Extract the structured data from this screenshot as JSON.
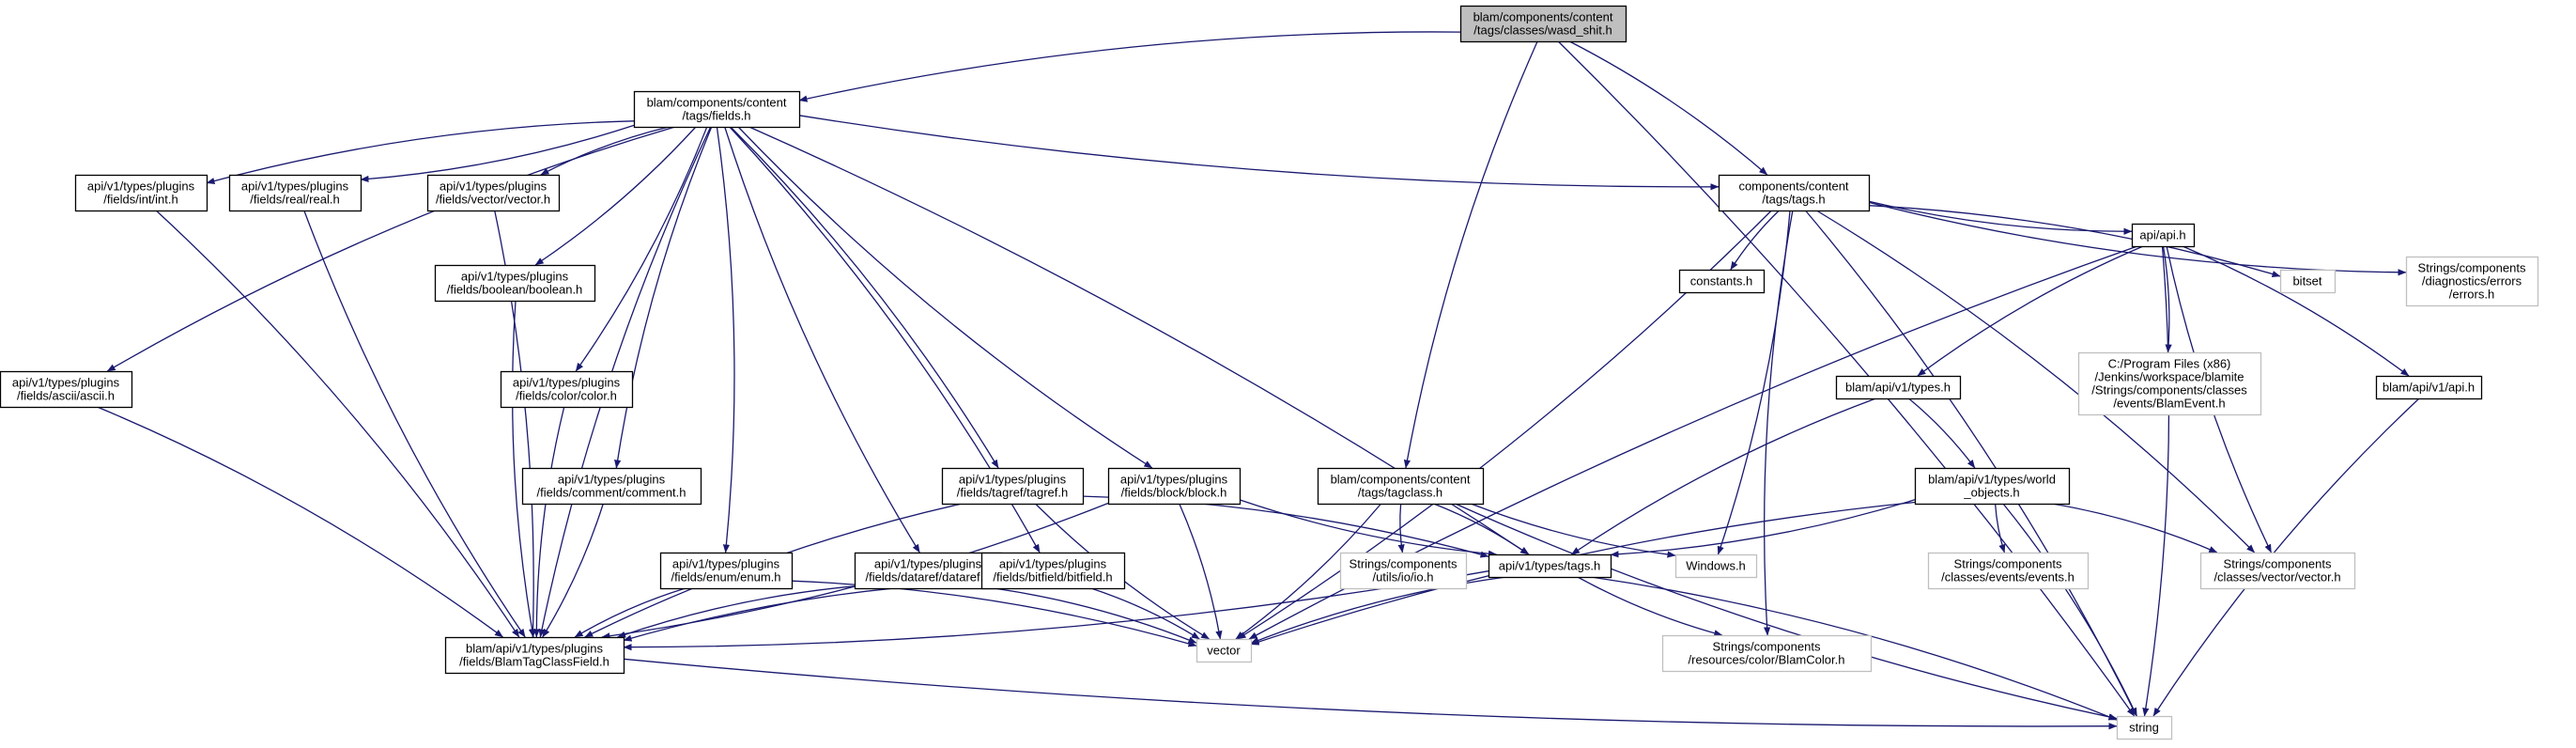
{
  "colors": {
    "edge": "#191970",
    "node_border": "#000000",
    "external_border": "#bfbfbf",
    "focus_fill": "#bfbfbf",
    "node_fill": "#ffffff",
    "text": "#000000",
    "external_text": "#555555"
  },
  "nodes": [
    {
      "id": "wasd_shit",
      "label": "blam/components/content\n/tags/classes/wasd_shit.h",
      "kind": "focus"
    },
    {
      "id": "fields",
      "label": "blam/components/content\n/tags/fields.h",
      "kind": "file"
    },
    {
      "id": "tags_h",
      "label": "components/content\n/tags/tags.h",
      "kind": "file"
    },
    {
      "id": "int",
      "label": "api/v1/types/plugins\n/fields/int/int.h",
      "kind": "file"
    },
    {
      "id": "real",
      "label": "api/v1/types/plugins\n/fields/real/real.h",
      "kind": "file"
    },
    {
      "id": "vector_h",
      "label": "api/v1/types/plugins\n/fields/vector/vector.h",
      "kind": "file"
    },
    {
      "id": "boolean",
      "label": "api/v1/types/plugins\n/fields/boolean/boolean.h",
      "kind": "file"
    },
    {
      "id": "ascii",
      "label": "api/v1/types/plugins\n/fields/ascii/ascii.h",
      "kind": "file"
    },
    {
      "id": "color",
      "label": "api/v1/types/plugins\n/fields/color/color.h",
      "kind": "file"
    },
    {
      "id": "comment",
      "label": "api/v1/types/plugins\n/fields/comment/comment.h",
      "kind": "file"
    },
    {
      "id": "tagref",
      "label": "api/v1/types/plugins\n/fields/tagref/tagref.h",
      "kind": "file"
    },
    {
      "id": "block",
      "label": "api/v1/types/plugins\n/fields/block/block.h",
      "kind": "file"
    },
    {
      "id": "enum",
      "label": "api/v1/types/plugins\n/fields/enum/enum.h",
      "kind": "file"
    },
    {
      "id": "dataref",
      "label": "api/v1/types/plugins\n/fields/dataref/dataref.h",
      "kind": "file"
    },
    {
      "id": "bitfield",
      "label": "api/v1/types/plugins\n/fields/bitfield/bitfield.h",
      "kind": "file"
    },
    {
      "id": "blamtagclassfield",
      "label": "blam/api/v1/types/plugins\n/fields/BlamTagClassField.h",
      "kind": "file"
    },
    {
      "id": "tagclass",
      "label": "blam/components/content\n/tags/tagclass.h",
      "kind": "file"
    },
    {
      "id": "types_tags",
      "label": "api/v1/types/tags.h",
      "kind": "file"
    },
    {
      "id": "vector",
      "label": "vector",
      "kind": "external"
    },
    {
      "id": "string",
      "label": "string",
      "kind": "external"
    },
    {
      "id": "iolio",
      "label": "Strings/components\n/utils/io/io.h",
      "kind": "external"
    },
    {
      "id": "windows",
      "label": "Windows.h",
      "kind": "external"
    },
    {
      "id": "blamcolor",
      "label": "Strings/components\n/resources/color/BlamColor.h",
      "kind": "external"
    },
    {
      "id": "constants",
      "label": "constants.h",
      "kind": "file"
    },
    {
      "id": "api",
      "label": "api/api.h",
      "kind": "file"
    },
    {
      "id": "bitset",
      "label": "bitset",
      "kind": "external"
    },
    {
      "id": "errors",
      "label": "Strings/components\n/diagnostics/errors\n/errors.h",
      "kind": "external"
    },
    {
      "id": "blamevent",
      "label": "C:/Program Files (x86)\n/Jenkins/workspace/blamite\n/Strings/components/classes\n/events/BlamEvent.h",
      "kind": "external"
    },
    {
      "id": "blam_types",
      "label": "blam/api/v1/types.h",
      "kind": "file"
    },
    {
      "id": "world_objects",
      "label": "blam/api/v1/types/world\n_objects.h",
      "kind": "file"
    },
    {
      "id": "events_h",
      "label": "Strings/components\n/classes/events/events.h",
      "kind": "external"
    },
    {
      "id": "vector_classes",
      "label": "Strings/components\n/classes/vector/vector.h",
      "kind": "external"
    },
    {
      "id": "blam_api_v1",
      "label": "blam/api/v1/api.h",
      "kind": "file"
    }
  ],
  "edges": [
    [
      "wasd_shit",
      "fields"
    ],
    [
      "wasd_shit",
      "tags_h"
    ],
    [
      "wasd_shit",
      "tagclass"
    ],
    [
      "wasd_shit",
      "string"
    ],
    [
      "fields",
      "int"
    ],
    [
      "fields",
      "real"
    ],
    [
      "fields",
      "vector_h"
    ],
    [
      "fields",
      "boolean"
    ],
    [
      "fields",
      "ascii"
    ],
    [
      "fields",
      "color"
    ],
    [
      "fields",
      "comment"
    ],
    [
      "fields",
      "tagref"
    ],
    [
      "fields",
      "block"
    ],
    [
      "fields",
      "enum"
    ],
    [
      "fields",
      "dataref"
    ],
    [
      "fields",
      "bitfield"
    ],
    [
      "fields",
      "blamtagclassfield"
    ],
    [
      "fields",
      "types_tags"
    ],
    [
      "fields",
      "tags_h"
    ],
    [
      "int",
      "blamtagclassfield"
    ],
    [
      "real",
      "blamtagclassfield"
    ],
    [
      "vector_h",
      "blamtagclassfield"
    ],
    [
      "boolean",
      "blamtagclassfield"
    ],
    [
      "ascii",
      "blamtagclassfield"
    ],
    [
      "color",
      "blamtagclassfield"
    ],
    [
      "comment",
      "blamtagclassfield"
    ],
    [
      "tagref",
      "blamtagclassfield"
    ],
    [
      "tagref",
      "types_tags"
    ],
    [
      "tagref",
      "vector"
    ],
    [
      "block",
      "blamtagclassfield"
    ],
    [
      "block",
      "types_tags"
    ],
    [
      "block",
      "vector"
    ],
    [
      "enum",
      "blamtagclassfield"
    ],
    [
      "enum",
      "vector"
    ],
    [
      "dataref",
      "blamtagclassfield"
    ],
    [
      "dataref",
      "vector"
    ],
    [
      "bitfield",
      "blamtagclassfield"
    ],
    [
      "bitfield",
      "vector"
    ],
    [
      "blamtagclassfield",
      "string"
    ],
    [
      "tags_h",
      "vector"
    ],
    [
      "tags_h",
      "constants"
    ],
    [
      "tags_h",
      "windows"
    ],
    [
      "tags_h",
      "blamcolor"
    ],
    [
      "tags_h",
      "string"
    ],
    [
      "tags_h",
      "api"
    ],
    [
      "tags_h",
      "bitset"
    ],
    [
      "tags_h",
      "errors"
    ],
    [
      "tags_h",
      "vector_classes"
    ],
    [
      "tagclass",
      "iolio"
    ],
    [
      "tagclass",
      "types_tags"
    ],
    [
      "tagclass",
      "windows"
    ],
    [
      "tagclass",
      "vector"
    ],
    [
      "tagclass",
      "string"
    ],
    [
      "types_tags",
      "blamtagclassfield"
    ],
    [
      "types_tags",
      "vector"
    ],
    [
      "types_tags",
      "string"
    ],
    [
      "types_tags",
      "blamcolor"
    ],
    [
      "api",
      "blamevent"
    ],
    [
      "api",
      "blam_types"
    ],
    [
      "api",
      "blam_api_v1"
    ],
    [
      "api",
      "vector"
    ],
    [
      "api",
      "string"
    ],
    [
      "api",
      "vector_classes"
    ],
    [
      "blam_types",
      "world_objects"
    ],
    [
      "blam_types",
      "types_tags"
    ],
    [
      "world_objects",
      "types_tags"
    ],
    [
      "world_objects",
      "events_h"
    ],
    [
      "world_objects",
      "vector_classes"
    ],
    [
      "world_objects",
      "vector"
    ],
    [
      "world_objects",
      "string"
    ],
    [
      "blam_api_v1",
      "string"
    ]
  ]
}
